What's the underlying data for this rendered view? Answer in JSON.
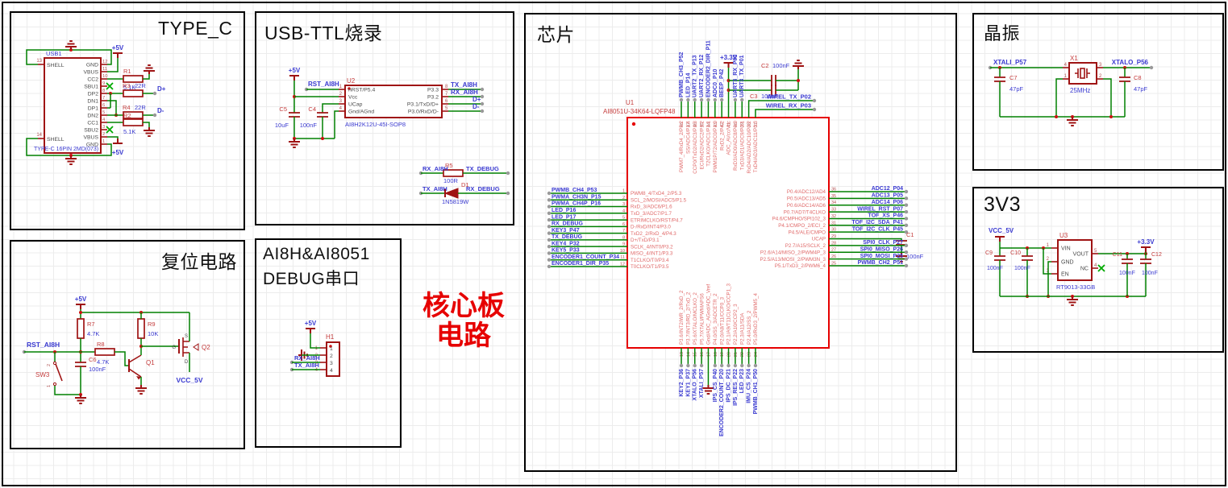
{
  "colors": {
    "wire": "#008000",
    "symbol": "#9f1313",
    "chip_body": "#e60000",
    "net_label": "#3a3ad0",
    "value": "#3a3ad0",
    "ref": "#c43c3c",
    "pin_name": "#e06a6a",
    "pin_number": "#b05050",
    "ic_text": "#4a4a4a",
    "nc_mark": "#00aa00",
    "port": "#999999",
    "center_label": "#e60000"
  },
  "center_label": {
    "line1": "核心板",
    "line2": "电路"
  },
  "blocks": {
    "type_c": {
      "title": "TYPE_C",
      "connector": {
        "ref": "USB1",
        "part": "TYPE-C 16PIN 2MD(073)",
        "left_pins": [
          {
            "num": "13",
            "name": "SHELL"
          },
          {
            "num": "14",
            "name": "SHELL"
          }
        ],
        "right_pins": [
          {
            "num": "12",
            "name": "GND"
          },
          {
            "num": "11",
            "name": "VBUS"
          },
          {
            "num": "10",
            "name": "CC2"
          },
          {
            "num": "9",
            "name": "SBU1",
            "nc": true
          },
          {
            "num": "8",
            "name": "DP2"
          },
          {
            "num": "7",
            "name": "DN1"
          },
          {
            "num": "6",
            "name": "DP1"
          },
          {
            "num": "5",
            "name": "DN2"
          },
          {
            "num": "4",
            "name": "CC1"
          },
          {
            "num": "3",
            "name": "SBU2",
            "nc": true
          },
          {
            "num": "2",
            "name": "VBUS"
          },
          {
            "num": "1",
            "name": "GND"
          }
        ]
      },
      "r1": {
        "ref": "R1",
        "value": "5.1K"
      },
      "r3": {
        "ref": "R3",
        "value": "22R"
      },
      "r4": {
        "ref": "R4",
        "value": "22R"
      },
      "r2": {
        "ref": "R2",
        "value": "5.1K"
      },
      "nets": {
        "dplus": "D+",
        "dminus": "D-",
        "pwr_top": "+5V",
        "pwr_bottom": "+5V"
      }
    },
    "usb_ttl": {
      "title": "USB-TTL烧录",
      "ic": {
        "ref": "U2",
        "part": "AI8H2K12U-45I-SOP8",
        "left_pins": [
          {
            "num": "1",
            "name": "nRST/P5.4"
          },
          {
            "num": "2",
            "name": "Vcc"
          },
          {
            "num": "3",
            "name": "UCap"
          },
          {
            "num": "4",
            "name": "Gnd/AGnd"
          }
        ],
        "right_pins": [
          {
            "num": "8",
            "name": "P3.3"
          },
          {
            "num": "7",
            "name": "P3.2"
          },
          {
            "num": "6",
            "name": "P3.1/TxD/D+"
          },
          {
            "num": "5",
            "name": "P3.0/RxD/D-"
          }
        ]
      },
      "c5": {
        "ref": "C5",
        "value": "10uF"
      },
      "c4": {
        "ref": "C4",
        "value": "100nF"
      },
      "r5": {
        "ref": "R5",
        "value": "100R",
        "left_net": "RX_AI8H",
        "right_net": "TX_DEBUG"
      },
      "d1": {
        "ref": "D1",
        "value": "1N5819W",
        "left_net": "TX_AI8H",
        "right_net": "RX_DEBUG"
      },
      "nets": {
        "pwr": "+5V",
        "rst": "RST_AI8H",
        "tx": "TX_AI8H",
        "rx": "RX_AI8H",
        "dplus": "D+",
        "dminus": "D-"
      }
    },
    "reset": {
      "title": "复位电路",
      "pwr": "+5V",
      "r7": {
        "ref": "R7",
        "value": "4.7K"
      },
      "r9": {
        "ref": "R9",
        "value": "10K"
      },
      "r8": {
        "ref": "R8",
        "value": "4.7K"
      },
      "c6": {
        "ref": "C6",
        "value": "100nF"
      },
      "sw": {
        "ref": "SW3",
        "pins": [
          "2",
          "1"
        ]
      },
      "q1": {
        "ref": "Q1"
      },
      "q2": {
        "ref": "Q2",
        "pin_s": "S",
        "pin_g": "G",
        "pin_d": "D"
      },
      "nets": {
        "rst": "RST_AI8H",
        "vcc": "VCC_5V"
      }
    },
    "debug": {
      "title_line1": "AI8H&AI8051",
      "title_line2": "DEBUG串口",
      "header": {
        "ref": "H1",
        "pins": [
          {
            "num": "1",
            "name": "1"
          },
          {
            "num": "2",
            "name": "2"
          },
          {
            "num": "3",
            "name": "3"
          },
          {
            "num": "4",
            "name": "4"
          }
        ]
      },
      "nets": {
        "pwr": "+5V",
        "rx": "RX_AI8H",
        "tx": "TX_AI8H"
      }
    },
    "chip": {
      "title": "芯片",
      "ic": {
        "ref": "U1",
        "part": "AI8051U-34K64-LQFP48"
      },
      "c1": {
        "ref": "C1",
        "value": "100nF"
      },
      "c2": {
        "ref": "C2",
        "value": "100nF"
      },
      "c3": {
        "ref": "C3",
        "value": "100nF"
      },
      "left_pins": [
        {
          "num": "1",
          "name": "PWM8_4/TxD4_2/P5.3",
          "net": "PWMB_CH4_P53"
        },
        {
          "num": "2",
          "name": "SCL_2/MOSI/ADC5/P1.5",
          "net": "PWMA_CH3N_P15"
        },
        {
          "num": "3",
          "name": "RxD_3/ADC6/P1.6",
          "net": "PWMA_CH4P_P16"
        },
        {
          "num": "4",
          "name": "TxD_3/ADC7/P1.7",
          "net": "LED_P16"
        },
        {
          "num": "5",
          "name": "ETRIMCLKO/RST/P4.7",
          "net": "LED_P17"
        },
        {
          "num": "6",
          "name": "D-/RxD/INT4/P3.0",
          "net": "RX_DEBUG"
        },
        {
          "num": "7",
          "name": "TxD2_2/RxD_4/P4.3",
          "net": "KEY3_P47"
        },
        {
          "num": "8",
          "name": "D+/TxD/P3.1",
          "net": "TX_DEBUG"
        },
        {
          "num": "9",
          "name": "SCLK_4/INT0/P3.2",
          "net": "KEY4_P32"
        },
        {
          "num": "10",
          "name": "MISO_4/INT1/P3.3",
          "net": "KEY5_P33"
        },
        {
          "num": "11",
          "name": "T1CLKO/T0/P3.4",
          "net": "ENCODER1_COUNT_P34"
        },
        {
          "num": "12",
          "name": "T0CLKO/T1/P3.5",
          "net": "ENCODER1_DIR_P35"
        }
      ],
      "right_pins": [
        {
          "num": "36",
          "name": "P0.4/ADC12/AD4",
          "net": "ADC12_P04"
        },
        {
          "num": "35",
          "name": "P0.5/ADC13/AD5",
          "net": "ADC13_P05"
        },
        {
          "num": "34",
          "name": "P0.6/ADC14/AD6",
          "net": "ADC14_P06"
        },
        {
          "num": "33",
          "name": "P0.7/AD7/T4CLKO",
          "net": "WIREL_RST_P07"
        },
        {
          "num": "32",
          "name": "P4.6/CMPHO/SPI102_3",
          "net": "TOF_XS_P46"
        },
        {
          "num": "31",
          "name": "P4.1/CMPO_2/ECI_2",
          "net": "TOF_I2C_SDA_P41"
        },
        {
          "num": "30",
          "name": "P4.5/ALE/CMPO",
          "net": "TOF_I2C_CLK_P45"
        },
        {
          "num": "29",
          "name": "UCAP",
          "net": ""
        },
        {
          "num": "28",
          "name": "P2.7/A15/SCLK_2",
          "net": "SPI0_CLK_P27"
        },
        {
          "num": "27",
          "name": "P2.6/A14/MISO_2/PWM4P_3",
          "net": "SPI0_MISO_P26"
        },
        {
          "num": "26",
          "name": "P2.5/A13/MOSI_2/PWM3N_3",
          "net": "SPI0_MOSI_P25"
        },
        {
          "num": "25",
          "name": "P5.1/TxD3_2/PWM6_4",
          "net": "PWMB_CH2_P51"
        }
      ],
      "top_pins": [
        {
          "num": "48",
          "name": "PWM7_4/RxD4_2/P5.2",
          "net": "PWMB_CH3_P52"
        },
        {
          "num": "47",
          "name": "SS/ADC4/P1.4",
          "net": "LED_P14"
        },
        {
          "num": "46",
          "name": "CCP0/TxD2/ADC3/P1.3",
          "net": "UART2_TX_P13"
        },
        {
          "num": "45",
          "name": "ECI/RxD2/ADC2/P1.2",
          "net": "UART2_RX_P12"
        },
        {
          "num": "44",
          "name": "T2CLKO/ADC1/P1.1",
          "net": "ENCODER2_DIR_P11"
        },
        {
          "num": "43",
          "name": "PWM1P/T2/ADC0/P1.0",
          "net": "ADC0_P10"
        },
        {
          "num": "42",
          "name": "RxD2_2/P4.2",
          "net": "BEEP_P42"
        },
        {
          "num": "41",
          "name": "ADC_AVcc/Vcc",
          "net": "+3.3V"
        },
        {
          "num": "40",
          "name": "RxD3/AD0/ADC8/P0.0",
          "net": "UART3_RX_P00"
        },
        {
          "num": "39",
          "name": "TxD3/AD1/ADC9/P0.1",
          "net": "UART3_TX_P01"
        },
        {
          "num": "38",
          "name": "RxD4/AD2/ADC10/P0.2",
          "net": "WIREL_TX_P02"
        },
        {
          "num": "37",
          "name": "TxD4/AD3/ADC11/P0.3",
          "net": "WIREL_RX_P03"
        }
      ],
      "bottom_pins": [
        {
          "num": "13",
          "name": "P3.6/INT2/WR_2/RxD_2",
          "net": "KEY2_P36"
        },
        {
          "num": "14",
          "name": "P3.7/INT3/RD_2/TxD_2",
          "net": "KEY1_P37"
        },
        {
          "num": "15",
          "name": "P5.6/XTALO/MCLKO_2",
          "net": "XTALO_P56"
        },
        {
          "num": "16",
          "name": "P5.7/XTALI/PWMAPS6",
          "net": "XTALI_P57"
        },
        {
          "num": "17",
          "name": "Gnd/ADC_AGnd/ADC_Vref",
          "net": ""
        },
        {
          "num": "18",
          "name": "P4.0/SS_3/ADCETR_2",
          "net": "IPS_CS_P40"
        },
        {
          "num": "19",
          "name": "P2.0/A8/T11/CCP0_3",
          "net": "ENCODER2_COUNT_P20"
        },
        {
          "num": "20",
          "name": "P2.1/A9/T11CLKO/CCP1_3",
          "net": "IPS_DC_P21"
        },
        {
          "num": "21",
          "name": "P2.2/A10/CCP2_3",
          "net": "IPS_RES_P22"
        },
        {
          "num": "22",
          "name": "P2.3/A11/SDA",
          "net": "LED_P23"
        },
        {
          "num": "23",
          "name": "P2.4/A12/SS_2",
          "net": "IMU_CS_P24"
        },
        {
          "num": "24",
          "name": "P5.0/RxD3_2/PWM5_4",
          "net": "PWMB_CH1_P50"
        }
      ]
    },
    "crystal": {
      "title": "晶振",
      "x1": {
        "ref": "X1",
        "value": "25MHz",
        "pins": [
          "4",
          "3",
          "1",
          "2"
        ]
      },
      "c7": {
        "ref": "C7",
        "value": "47pF"
      },
      "c8": {
        "ref": "C8",
        "value": "47pF"
      },
      "nets": {
        "xtali": "XTALI_P57",
        "xtalo": "XTALO_P56"
      }
    },
    "v3v3": {
      "title": "3V3",
      "ic": {
        "ref": "U3",
        "part": "RT9013-33GB",
        "left_pins": [
          {
            "num": "1",
            "name": "VIN"
          },
          {
            "num": "2",
            "name": "GND"
          },
          {
            "num": "3",
            "name": "EN"
          }
        ],
        "right_pins": [
          {
            "num": "5",
            "name": "VOUT"
          },
          {
            "num": "4",
            "name": "NC"
          }
        ]
      },
      "c9": {
        "ref": "C9",
        "value": "100nF"
      },
      "c10": {
        "ref": "C10",
        "value": "100nF"
      },
      "c11": {
        "ref": "C11",
        "value": "100nF"
      },
      "c12": {
        "ref": "C12",
        "value": "100nF"
      },
      "nets": {
        "in": "VCC_5V",
        "out": "+3.3V"
      }
    }
  }
}
